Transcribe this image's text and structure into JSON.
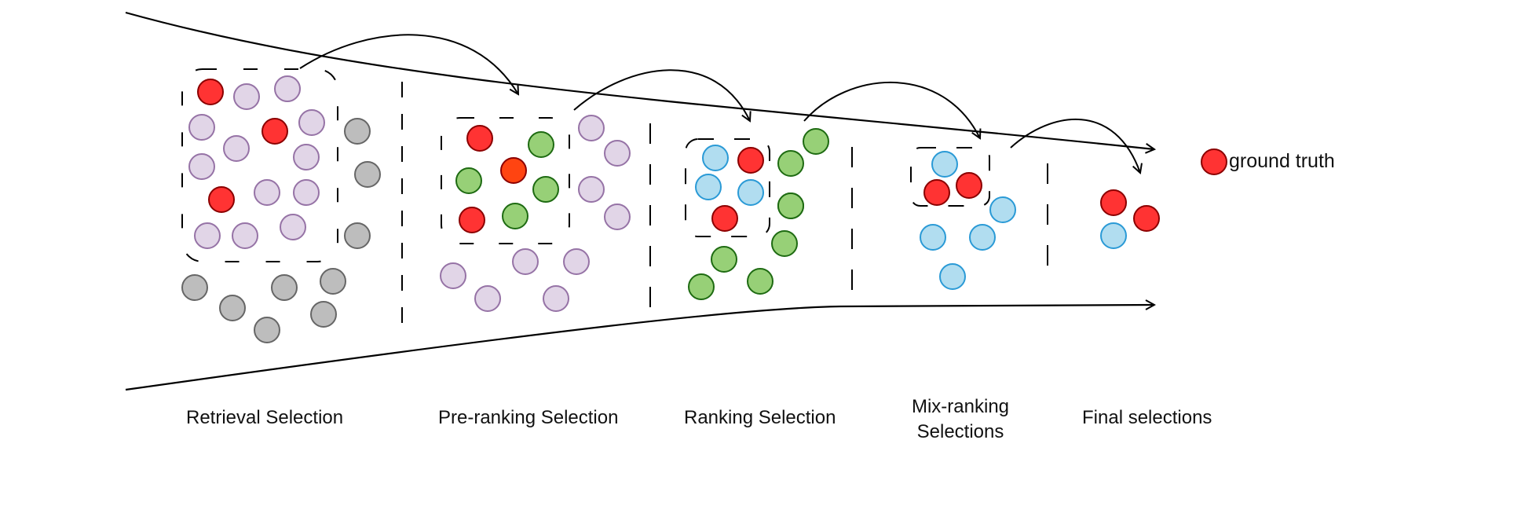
{
  "diagram": {
    "title": "Multi-stage selection funnel",
    "legend": {
      "label": "ground truth",
      "color_key": "ground_truth"
    },
    "colors": {
      "ground_truth": {
        "fill": "#ff3333",
        "stroke": "#8b0000"
      },
      "ground_truth_orange": {
        "fill": "#ff4411",
        "stroke": "#8b0000"
      },
      "lilac": {
        "fill": "#e1d5e7",
        "stroke": "#9673a6"
      },
      "gray": {
        "fill": "#bdbdbd",
        "stroke": "#666666"
      },
      "green": {
        "fill": "#97d077",
        "stroke": "#1e6b12"
      },
      "blue": {
        "fill": "#b1ddf0",
        "stroke": "#2a9ad6"
      }
    },
    "stages": [
      {
        "id": "retrieval",
        "label": "Retrieval Selection",
        "items": {
          "selected": [
            "ground_truth",
            "lilac",
            "lilac",
            "lilac",
            "ground_truth",
            "lilac",
            "lilac",
            "lilac",
            "lilac",
            "ground_truth",
            "lilac",
            "lilac",
            "lilac",
            "lilac",
            "lilac"
          ],
          "discarded": [
            "gray",
            "gray",
            "gray",
            "gray",
            "gray",
            "gray",
            "gray",
            "gray",
            "gray",
            "gray"
          ]
        }
      },
      {
        "id": "pre-ranking",
        "label": "Pre-ranking Selection",
        "items": {
          "selected": [
            "ground_truth",
            "green",
            "green",
            "ground_truth_orange",
            "green",
            "ground_truth",
            "green"
          ],
          "discarded": [
            "lilac",
            "lilac",
            "lilac",
            "lilac",
            "lilac",
            "lilac",
            "lilac",
            "lilac",
            "lilac"
          ]
        }
      },
      {
        "id": "ranking",
        "label": "Ranking Selection",
        "items": {
          "selected": [
            "blue",
            "ground_truth",
            "blue",
            "blue",
            "ground_truth"
          ],
          "discarded": [
            "green",
            "green",
            "green",
            "green",
            "green",
            "green",
            "green",
            "green"
          ]
        }
      },
      {
        "id": "mix-ranking",
        "label": "Mix-ranking\nSelections",
        "label_lines": [
          "Mix-ranking",
          "Selections"
        ],
        "items": {
          "selected": [
            "blue",
            "ground_truth",
            "ground_truth"
          ],
          "discarded": [
            "blue",
            "blue",
            "blue",
            "blue"
          ]
        }
      },
      {
        "id": "final",
        "label": "Final selections",
        "items": {
          "selected": [
            "ground_truth",
            "ground_truth",
            "blue"
          ],
          "discarded": []
        }
      }
    ]
  }
}
